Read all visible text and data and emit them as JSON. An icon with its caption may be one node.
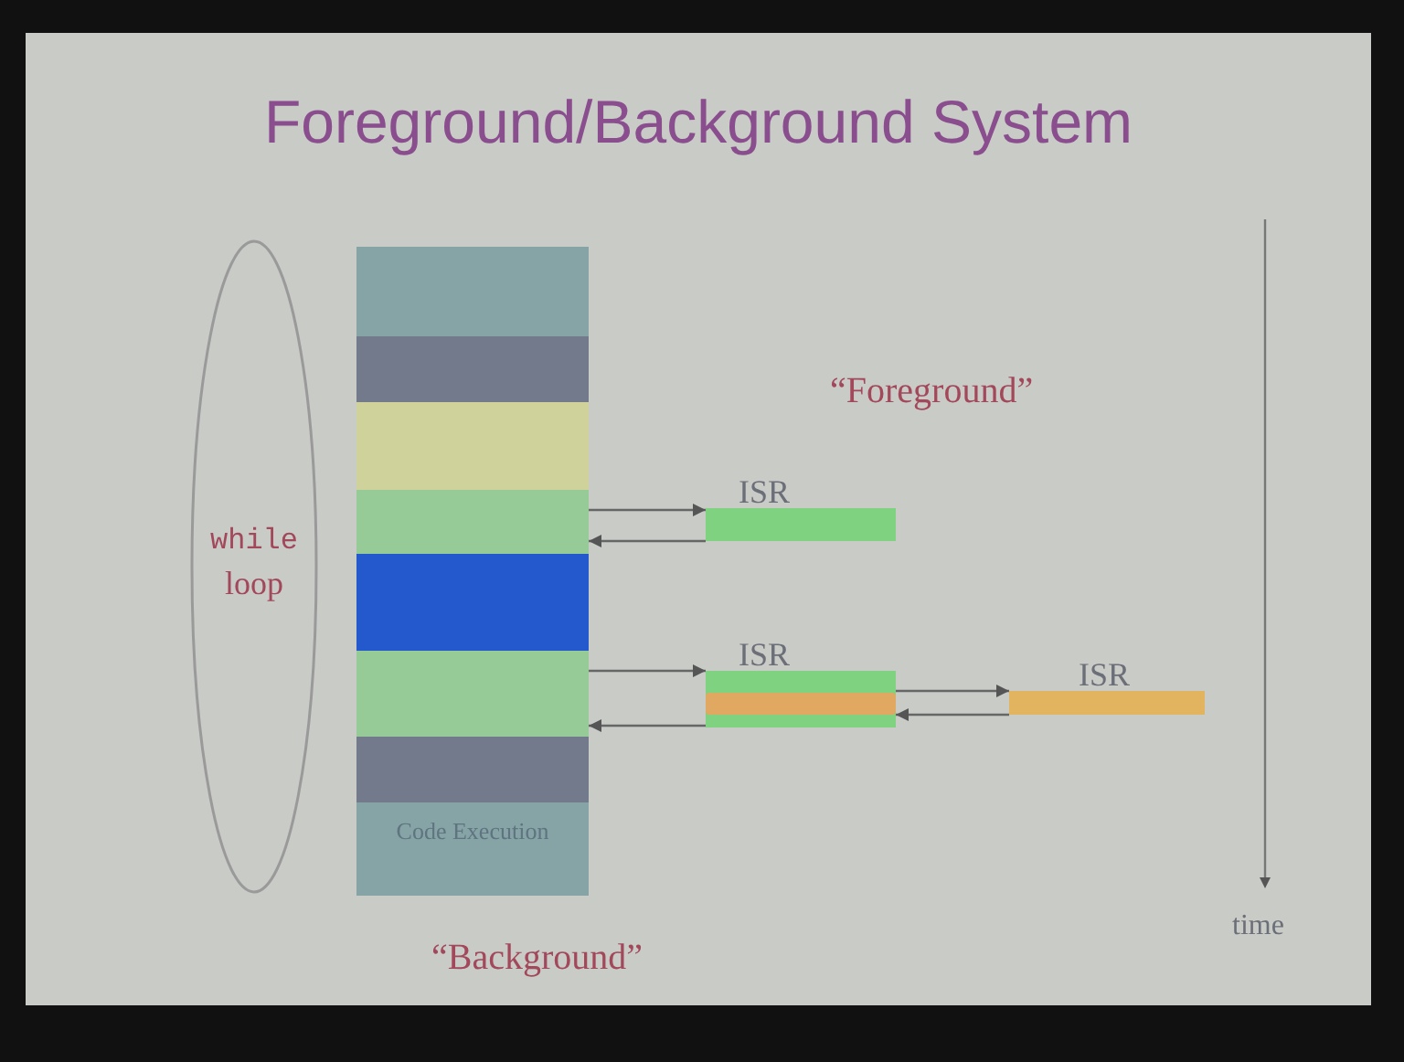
{
  "diagram": {
    "title": "Foreground/Background System",
    "nodes": [
      {
        "text": [
          "while loop"
        ]
      },
      {
        "text": [],
        "shape": "box"
      },
      {
        "text": [],
        "shape": "box"
      },
      {
        "text": [],
        "shape": "box"
      },
      {
        "text": [],
        "shape": "box"
      },
      {
        "text": [],
        "shape": "box"
      },
      {
        "text": [],
        "shape": "box"
      },
      {
        "text": [],
        "shape": "box"
      },
      {
        "text": [
          "Code Execution"
        ]
      },
      {
        "text": [
          "ISR"
        ]
      },
      {
        "text": [
          "ISR"
        ]
      },
      {
        "text": [],
        "shape": "bar",
        "in": 10
      },
      {
        "text": [
          "ISR"
        ]
      }
    ],
    "edges": [
      {
        "from": 4,
        "to": 9,
        "arrow": "to"
      },
      {
        "from": 9,
        "to": 4,
        "arrow": "to"
      },
      {
        "from": 6,
        "to": 10,
        "arrow": "to"
      },
      {
        "from": 10,
        "to": 12,
        "arrow": "to"
      },
      {
        "from": 12,
        "to": 10,
        "arrow": "to"
      },
      {
        "from": 10,
        "to": 6,
        "arrow": "to"
      }
    ],
    "labels": [
      "“Foreground”",
      "“Background”",
      "time"
    ]
  }
}
